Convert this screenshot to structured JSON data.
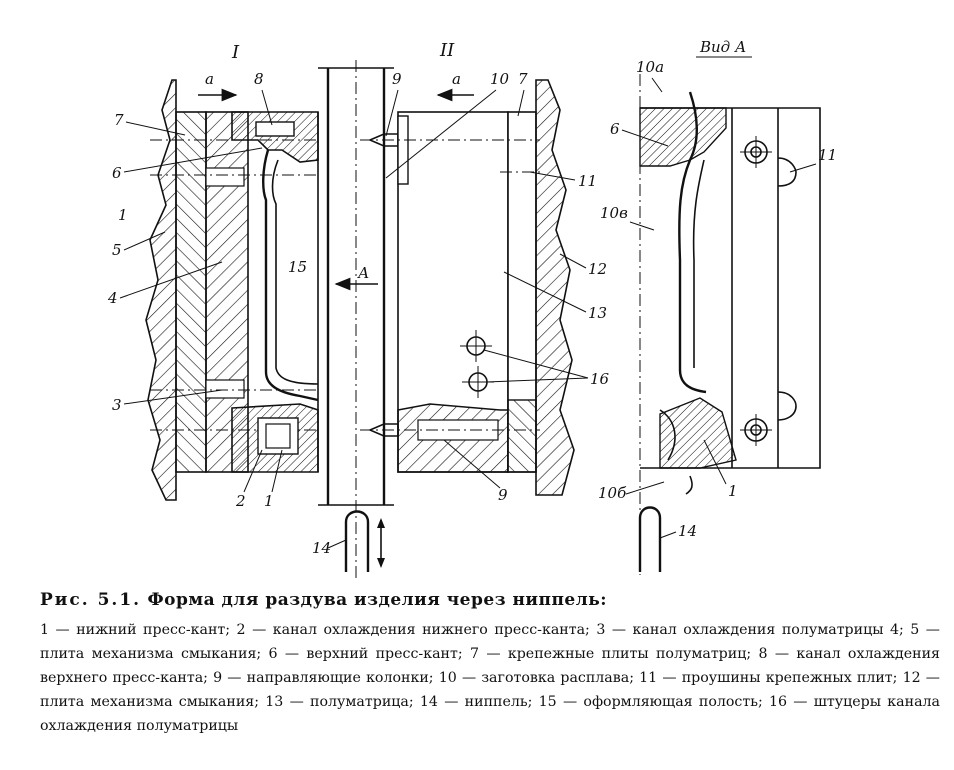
{
  "figure": {
    "view_labels": {
      "view1": "I",
      "view2": "II",
      "view3": "Вид А"
    },
    "arrow_labels": {
      "a1": "а",
      "a2": "а",
      "A": "А"
    },
    "view1_callouts": [
      "7",
      "8",
      "6",
      "1",
      "5",
      "4",
      "3",
      "2",
      "1",
      "15"
    ],
    "view2_callouts": [
      "9",
      "10",
      "7",
      "11",
      "12",
      "13",
      "16",
      "9",
      "14"
    ],
    "view3_callouts": [
      "10а",
      "6",
      "11",
      "10в",
      "10б",
      "1",
      "14"
    ]
  },
  "caption": {
    "prefix": "Рис. 5.1.",
    "title": "Форма для раздува изделия через ниппель:",
    "body": "1 — нижний пресс-кант; 2 — канал охлаждения нижнего пресс-канта; 3 — канал охлаждения полуматрицы 4; 5 — плита механизма смыкания; 6 — верхний пресс-кант; 7 — крепежные плиты полуматриц; 8 — канал охлаждения верхнего пресс-канта; 9 — направляющие колонки; 10 — заготовка расплава; 11 — проушины крепежных плит; 12 — плита механизма смыкания; 13 — полуматрица; 14 — ниппель; 15 — оформляющая полость; 16 — штуцеры канала охлаждения полуматрицы"
  }
}
